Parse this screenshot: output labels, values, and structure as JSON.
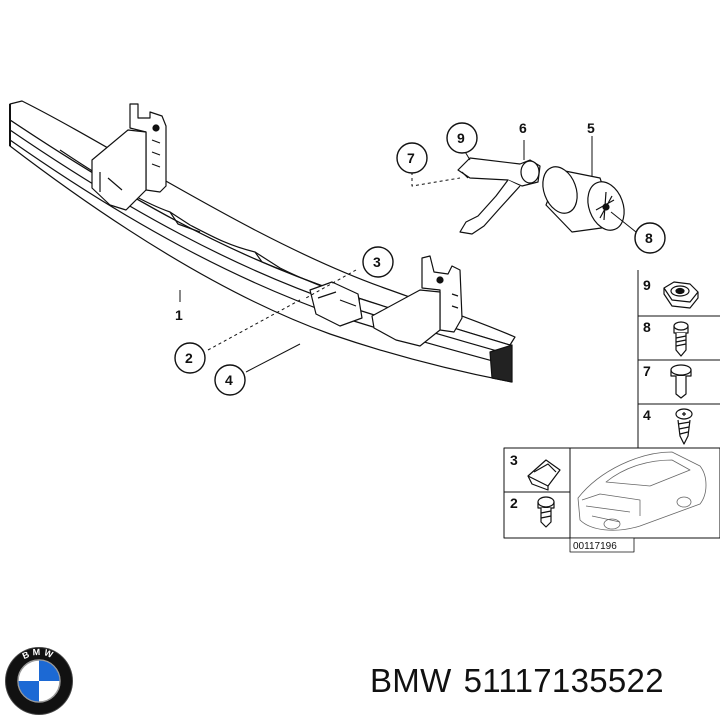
{
  "diagram": {
    "callouts": {
      "c1": "1",
      "c2": "2",
      "c3": "3",
      "c4": "4",
      "c5": "5",
      "c6": "6",
      "c7": "7",
      "c8": "8",
      "c9": "9"
    },
    "legend": {
      "row9": "9",
      "row8": "8",
      "row7": "7",
      "row4": "4",
      "row3": "3",
      "row2": "2"
    },
    "diagram_code": "00117196"
  },
  "footer": {
    "brand": "BMW",
    "part_number": "51117135522"
  },
  "logo": {
    "text": "BMW",
    "colors": {
      "blue": "#1c69d4",
      "ring": "#111111",
      "white": "#ffffff"
    }
  }
}
